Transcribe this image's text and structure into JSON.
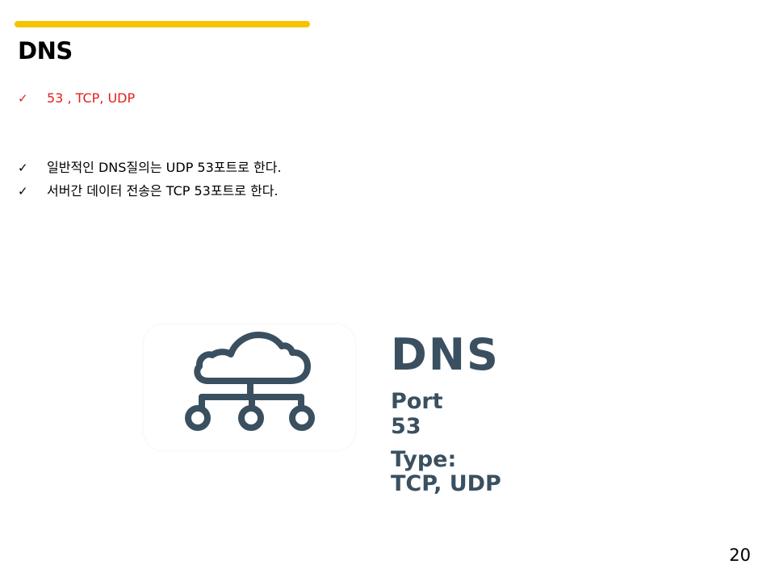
{
  "slide": {
    "title": "DNS",
    "page_number": "20",
    "accent_color": "#f5c400"
  },
  "bullets": [
    {
      "mark": "✓",
      "text": "53 , TCP, UDP",
      "color": "#e0201b"
    },
    {
      "mark": "✓",
      "text": "일반적인 DNS질의는 UDP 53포트로 한다."
    },
    {
      "mark": "✓",
      "text": "서버간 데이터 전송은 TCP 53포트로 한다."
    }
  ],
  "info_graphic": {
    "icon": "cloud-network-icon",
    "heading": "DNS",
    "lines": [
      "Port",
      "53",
      "Type:",
      "TCP, UDP"
    ],
    "text_color": "#3a5060"
  }
}
